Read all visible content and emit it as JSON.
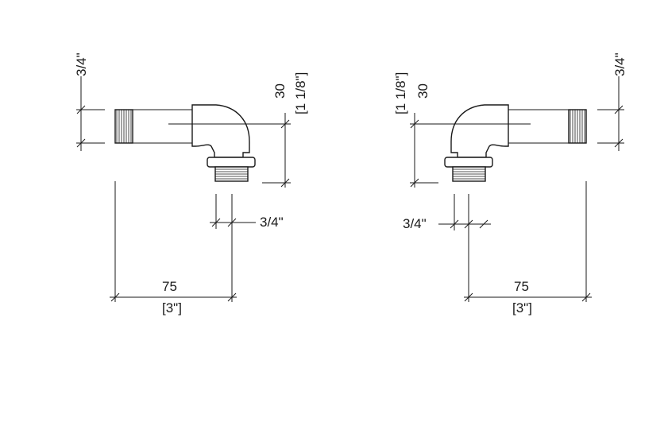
{
  "left_view": {
    "pipe_dia_label": "3/4\"",
    "height_mm": "30",
    "height_in": "[1 1/8\"]",
    "outlet_dia_label": "3/4\"",
    "length_mm": "75",
    "length_in": "[3\"]"
  },
  "right_view": {
    "pipe_dia_label": "3/4\"",
    "height_mm": "30",
    "height_in": "[1 1/8\"]",
    "outlet_dia_label": "3/4\"",
    "length_mm": "75",
    "length_in": "[3\"]"
  }
}
